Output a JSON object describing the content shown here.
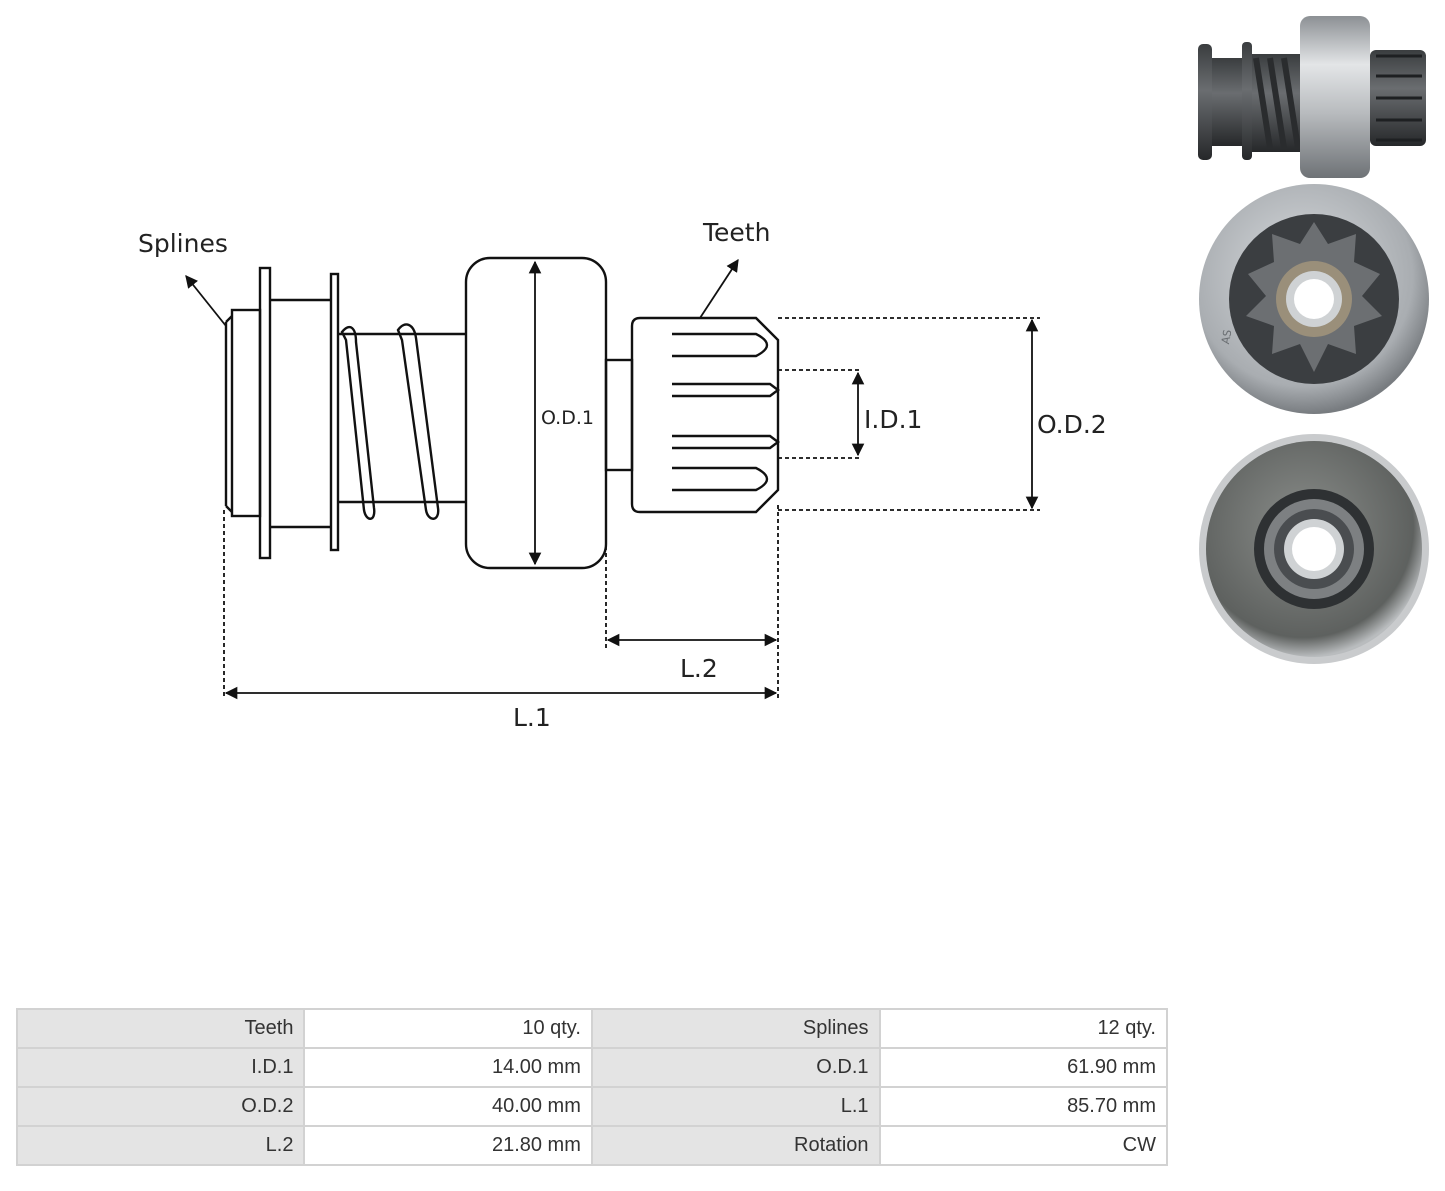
{
  "diagram": {
    "labels": {
      "splines": "Splines",
      "teeth": "Teeth",
      "od1": "O.D.1",
      "id1": "I.D.1",
      "od2": "O.D.2",
      "l1": "L.1",
      "l2": "L.2"
    },
    "photo_marking": "AS"
  },
  "specs": {
    "rows": [
      [
        {
          "key": "Teeth",
          "value": "10 qty."
        },
        {
          "key": "Splines",
          "value": "12 qty."
        }
      ],
      [
        {
          "key": "I.D.1",
          "value": "14.00 mm"
        },
        {
          "key": "O.D.1",
          "value": "61.90 mm"
        }
      ],
      [
        {
          "key": "O.D.2",
          "value": "40.00 mm"
        },
        {
          "key": "L.1",
          "value": "85.70 mm"
        }
      ],
      [
        {
          "key": "L.2",
          "value": "21.80 mm"
        },
        {
          "key": "Rotation",
          "value": "CW"
        }
      ]
    ]
  }
}
